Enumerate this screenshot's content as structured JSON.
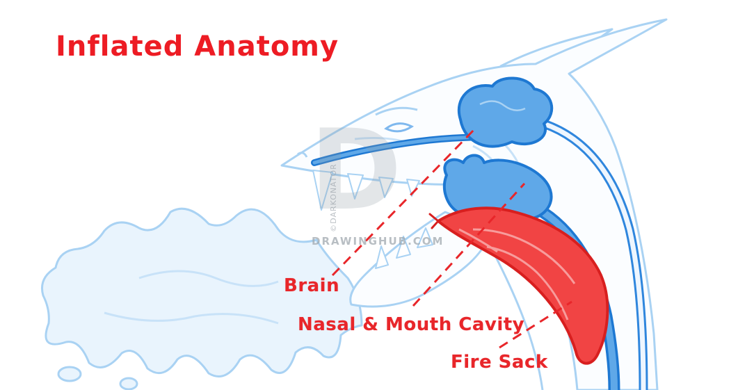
{
  "title": "Inflated Anatomy",
  "diagram": {
    "labels": [
      {
        "id": "brain",
        "text": "Brain"
      },
      {
        "id": "nasal-mouth-cavity",
        "text": "Nasal & Mouth Cavity"
      },
      {
        "id": "fire-sack",
        "text": "Fire Sack"
      }
    ],
    "parts": [
      {
        "name": "brain-shape",
        "color": "#5fa8e8"
      },
      {
        "name": "nasal-mouth-cavity-shape",
        "color": "#5fa8e8"
      },
      {
        "name": "fire-sack-shape",
        "color": "#f14444"
      },
      {
        "name": "flame-breath",
        "color": "#e9f4fd"
      },
      {
        "name": "dragon-head",
        "color": "#fbfdff"
      }
    ]
  },
  "watermark": {
    "logo_letter": "D",
    "site": "DRAWINGHUB.COM",
    "artist": "©DARKONATOR"
  },
  "colors": {
    "label_red": "#e8262a",
    "title_red": "#ed1c24",
    "organ_blue_fill": "#5fa8e8",
    "organ_blue_stroke": "#1e78d2",
    "sack_red_fill": "#f14444",
    "sack_red_stroke": "#d81f1f",
    "sketch_blue": "#a9d2f3",
    "flame_fill": "#e9f4fd"
  }
}
